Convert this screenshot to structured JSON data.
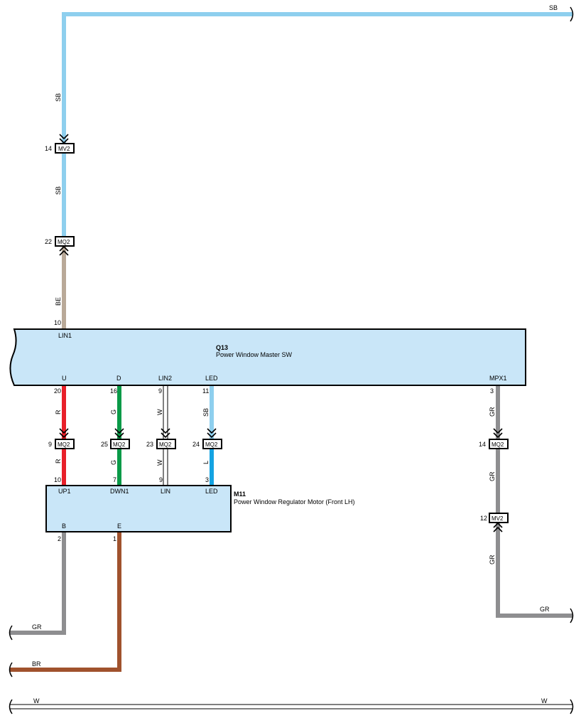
{
  "components": {
    "q13": {
      "id": "Q13",
      "name": "Power Window Master SW",
      "terminals": [
        "LIN1",
        "U",
        "D",
        "LIN2",
        "LED",
        "MPX1"
      ],
      "pins": [
        "10",
        "20",
        "16",
        "9",
        "11",
        "3"
      ]
    },
    "m11": {
      "id": "M11",
      "name": "Power Window Regulator Motor (Front LH)",
      "terminals": [
        "UP1",
        "DWN1",
        "LIN",
        "LED",
        "B",
        "E"
      ],
      "pins": [
        "10",
        "7",
        "9",
        "3",
        "2",
        "1"
      ]
    }
  },
  "connectors": [
    {
      "code": "MV2",
      "pin": "14"
    },
    {
      "code": "MQ2",
      "pin": "22"
    },
    {
      "code": "MQ2",
      "pin": "9"
    },
    {
      "code": "MQ2",
      "pin": "25"
    },
    {
      "code": "MQ2",
      "pin": "23"
    },
    {
      "code": "MQ2",
      "pin": "24"
    },
    {
      "code": "MQ2",
      "pin": "14"
    },
    {
      "code": "MV2",
      "pin": "12"
    }
  ],
  "wire_labels": {
    "top_right": "SB",
    "lin1_upper": "SB",
    "lin1_mid": "SB",
    "lin1_lower": "BE",
    "u_upper": "R",
    "u_lower": "R",
    "d_upper": "G",
    "d_lower": "G",
    "lin2_upper": "W",
    "lin2_lower": "W",
    "led_upper": "SB",
    "led_lower": "L",
    "mpx_upper": "GR",
    "mpx_mid": "GR",
    "mpx_lower": "GR",
    "mpx_right": "GR",
    "b_left": "GR",
    "e_left": "BR",
    "bottom_left": "W",
    "bottom_right": "W"
  },
  "wire_colors": {
    "SB": "#8ecfee",
    "BE": "#b9a998",
    "R": "#e8202a",
    "G": "#0a9a48",
    "W": "#ffffff",
    "L": "#14a3e2",
    "GR": "#8e8e90",
    "BR": "#a0522d",
    "component_fill": "#c9e6f8"
  }
}
